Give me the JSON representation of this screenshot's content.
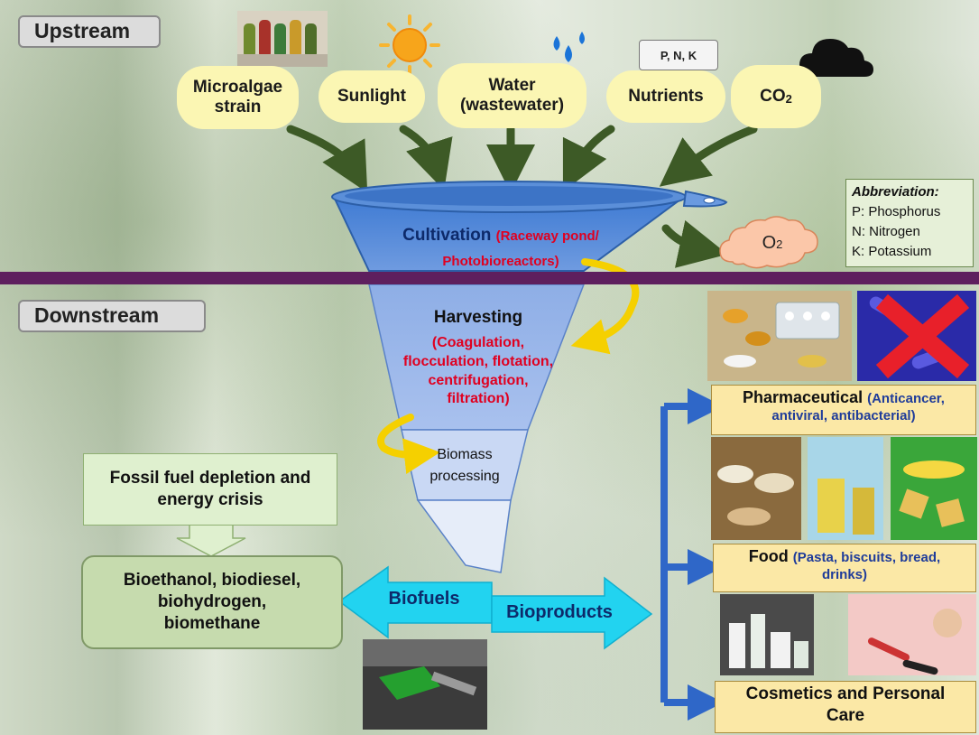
{
  "sections": {
    "upstream": "Upstream",
    "downstream": "Downstream"
  },
  "inputs": [
    {
      "label": "Microalgae strain"
    },
    {
      "label": "Sunlight"
    },
    {
      "label": "Water (wastewater)"
    },
    {
      "label": "Nutrients"
    },
    {
      "label": "CO",
      "sub": "2"
    }
  ],
  "nutrient_tag": "P, N, K",
  "oxygen": {
    "label": "O",
    "sub": "2"
  },
  "abbreviation": {
    "title": "Abbreviation:",
    "items": [
      "P: Phosphorus",
      "N: Nitrogen",
      "K: Potassium"
    ]
  },
  "funnel": {
    "cultivation": "Cultivation",
    "cultivation_detail_1": "(Raceway pond/",
    "cultivation_detail_2": "Photobioreactors)",
    "harvesting": "Harvesting",
    "harvesting_detail_1": "(Coagulation,",
    "harvesting_detail_2": "flocculation, flotation,",
    "harvesting_detail_3": "centrifugation,",
    "harvesting_detail_4": "filtration)",
    "biomass_1": "Biomass",
    "biomass_2": "processing"
  },
  "fossil_box": "Fossil fuel depletion and energy crisis",
  "biofuels_box": "Bioethanol, biodiesel, biohydrogen, biomethane",
  "arrows": {
    "biofuels": "Biofuels",
    "bioproducts": "Bioproducts"
  },
  "products": {
    "pharma_title": "Pharmaceutical",
    "pharma_detail_a": "(Anticancer,",
    "pharma_detail_b": "antiviral, antibacterial)",
    "food_title": "Food",
    "food_detail_a": "(Pasta, biscuits, bread,",
    "food_detail_b": "drinks)",
    "cosmetics_title_a": "Cosmetics and Personal",
    "cosmetics_title_b": "Care"
  },
  "colors": {
    "divider": "#5e1f5e",
    "funnel_top": "#4f86d6",
    "funnel_mid": "#9bb7ea",
    "funnel_low": "#c9d8f4",
    "input_arrow": "#3d5a26",
    "curve_arrow": "#f5d000",
    "product_arrow": "#2f67c8",
    "biofuel_arrow": "#22d3f0",
    "red_text": "#e00020"
  },
  "icons": [
    "sun-icon",
    "water-drops-icon",
    "cloud-icon",
    "oxygen-cloud-icon",
    "red-cross-icon",
    "fuel-nozzle-icon"
  ]
}
